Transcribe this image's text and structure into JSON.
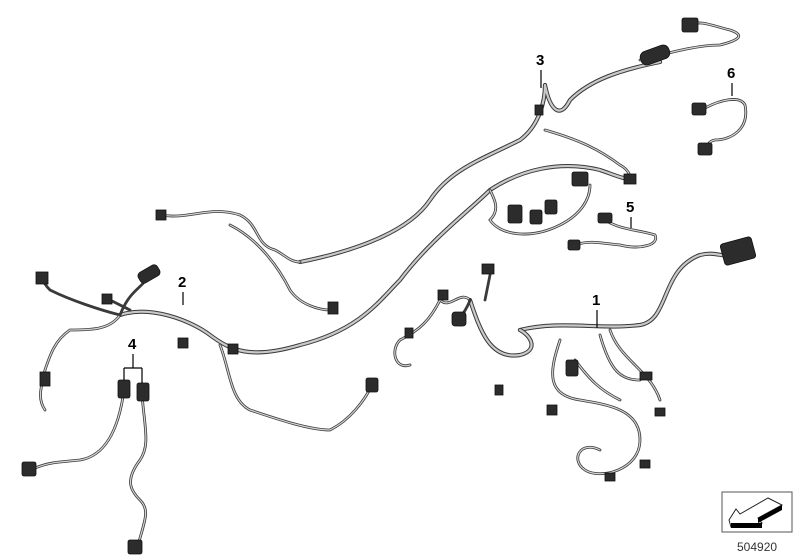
{
  "diagram": {
    "callouts": [
      "1",
      "2",
      "3",
      "4",
      "5",
      "6"
    ],
    "part_number": "504920",
    "icons": {
      "orientation": "arrow-orientation-icon"
    }
  }
}
